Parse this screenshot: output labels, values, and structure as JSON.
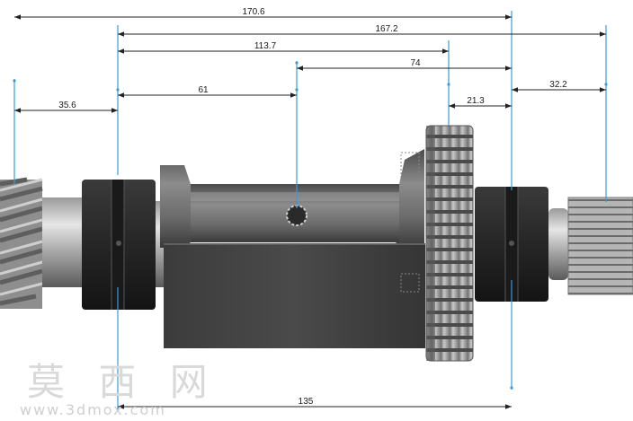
{
  "drawing": {
    "dimensions": {
      "d_170_6": "170.6",
      "d_167_2": "167.2",
      "d_113_7": "113.7",
      "d_74": "74",
      "d_35_6": "35.6",
      "d_61": "61",
      "d_21_3": "21.3",
      "d_32_2": "32.2",
      "d_135": "135"
    },
    "colors": {
      "dimension_line": "#222222",
      "extension_line": "#3a9bd8",
      "steel_dark": "#2b2b2b",
      "steel_mid": "#6e6e6e",
      "steel_light": "#bdbdbd"
    }
  },
  "watermark": {
    "brand": "莫 西 网",
    "url": "www.3dmox.com"
  }
}
